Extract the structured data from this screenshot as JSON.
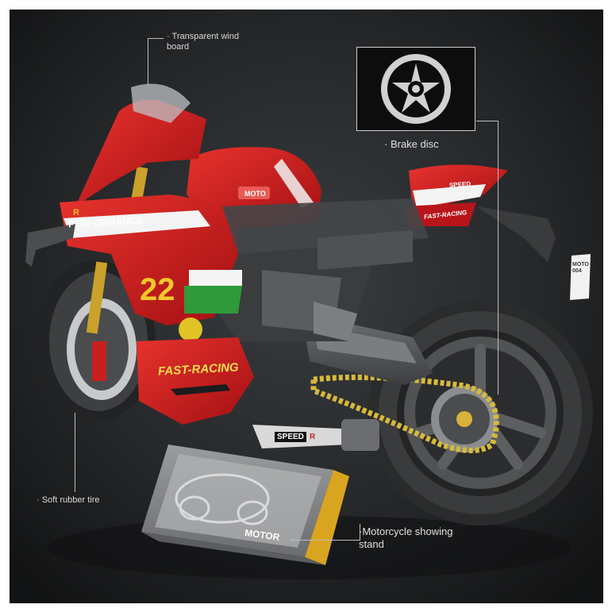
{
  "callouts": {
    "windboard": "· Transparent wind board",
    "brake_disc": "· Brake disc",
    "tire": "· Soft rubber tire",
    "stand": "·Motorcycle showing stand"
  },
  "decals": {
    "performance": "PERFORMANCE",
    "number": "22",
    "fast_racing": "FAST-RACING",
    "moto": "MOTO",
    "speed": "SPEED",
    "speed_r": "R",
    "tail_fast_racing": "FAST-RACING",
    "tail_speed": "SPEED",
    "plate": "MOTO 004",
    "stand_motor": "MOTOR",
    "logo_r": "R"
  }
}
